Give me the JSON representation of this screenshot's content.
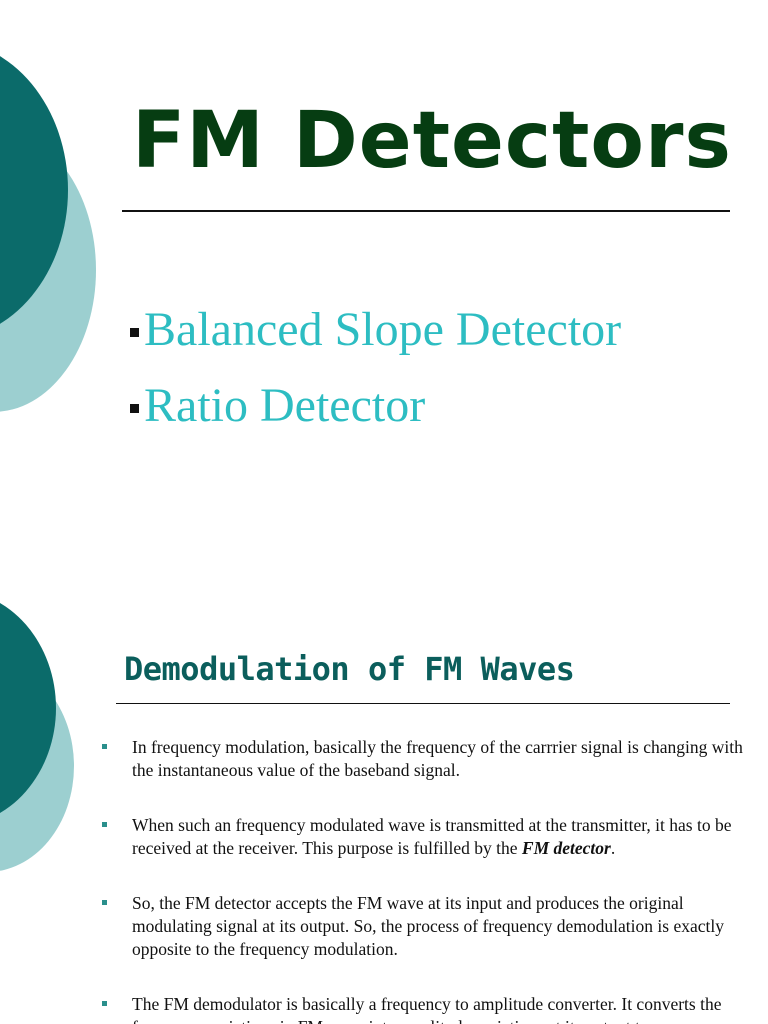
{
  "slide1": {
    "title": "FM Detectors",
    "bullets": [
      "Balanced Slope Detector",
      "Ratio Detector"
    ]
  },
  "slide2": {
    "title": "Demodulation of FM Waves",
    "points": [
      {
        "text": "In frequency modulation, basically the frequency of the carrrier signal is changing with the instantaneous value of the baseband signal."
      },
      {
        "text_before": "When such an frequency modulated wave is transmitted at the transmitter, it has to be received at the receiver. This purpose is fulfilled by the ",
        "emphasis": "FM detector",
        "text_after": "."
      },
      {
        "text": "So, the FM detector accepts the FM wave at its input and produces the original modulating signal at its output. So, the process of frequency demodulation is exactly opposite to the frequency modulation."
      },
      {
        "text": "The FM demodulator is basically a frequency to amplitude converter. It converts the frequency variations in FM wave into amplitude variations at its output to"
      }
    ]
  },
  "colors": {
    "title_dark_green": "#063d12",
    "bullet_cyan": "#2dbdc2",
    "subtitle_teal": "#0b5e5c",
    "circle_dark": "#0b6b6a",
    "circle_light": "#9ccfd0"
  }
}
